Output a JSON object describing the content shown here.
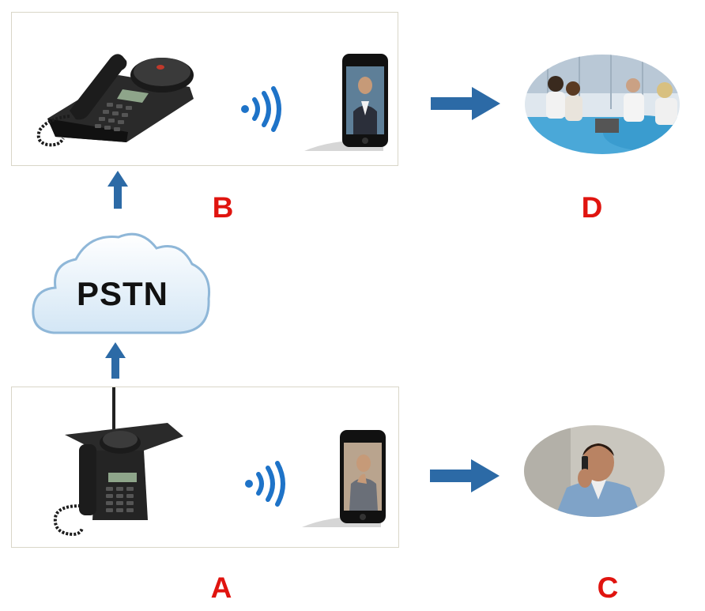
{
  "cloud": {
    "label": "PSTN"
  },
  "labels": {
    "a": "A",
    "b": "B",
    "c": "C",
    "d": "D"
  },
  "colors": {
    "arrow": "#2c6aa6",
    "label": "#e0140f",
    "signal": "#1e73c8",
    "cloud_border": "#8fb7d8"
  },
  "icons": {
    "conference_phone_b": "conference-speakerphone",
    "conference_phone_a": "wireless-conference-phone",
    "mobile_phone": "smartphone-video-call",
    "wireless_signal": "wifi-signal",
    "meeting_group": "group-meeting-photo",
    "caller": "person-on-phone-photo"
  }
}
